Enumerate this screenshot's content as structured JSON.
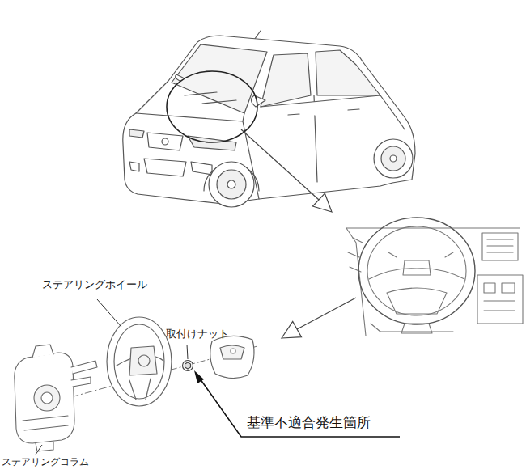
{
  "diagram": {
    "labels": [
      "ステアリングホイール",
      "取付けナット",
      "基準不適合発生箇所",
      "ステアリングコラム"
    ]
  }
}
